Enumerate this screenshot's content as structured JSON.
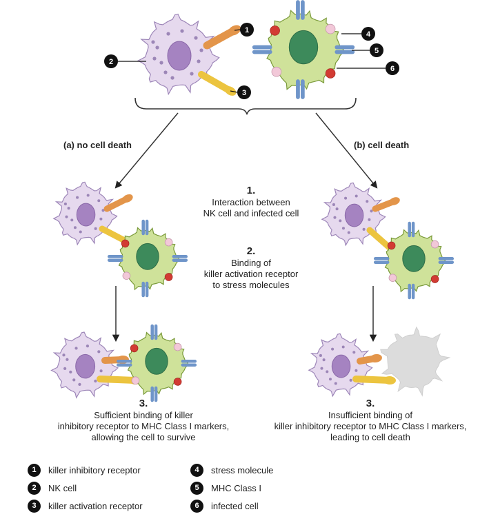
{
  "branches": {
    "left": "(a) no cell death",
    "right": "(b) cell death"
  },
  "steps": {
    "step1": {
      "num": "1.",
      "line1": "Interaction between",
      "line2": "NK cell and infected cell"
    },
    "step2": {
      "num": "2.",
      "line1": "Binding of",
      "line2": "killer activation receptor",
      "line3": "to stress molecules"
    },
    "step3_left": {
      "num": "3.",
      "line1": "Sufficient binding of killer",
      "line2": "inhibitory receptor to MHC Class I markers,",
      "line3": "allowing the cell to survive"
    },
    "step3_right": {
      "num": "3.",
      "line1": "Insufficient binding of",
      "line2": "killer inhibitory receptor to MHC Class I markers,",
      "line3": "leading to cell death"
    }
  },
  "legend": [
    {
      "num": "1",
      "label": "killer inhibitory receptor"
    },
    {
      "num": "2",
      "label": "NK cell"
    },
    {
      "num": "3",
      "label": "killer activation receptor"
    },
    {
      "num": "4",
      "label": "stress molecule"
    },
    {
      "num": "5",
      "label": "MHC Class I"
    },
    {
      "num": "6",
      "label": "infected cell"
    }
  ],
  "callouts": [
    "1",
    "2",
    "3",
    "4",
    "5",
    "6"
  ],
  "colors": {
    "nk_fill": "#e6d9ee",
    "nk_stroke": "#9d86b8",
    "nk_nucleus": "#a583c1",
    "infected_fill": "#cfe29a",
    "infected_stroke": "#7a9a3a",
    "infected_nucleus": "#3d8a5b",
    "inhibitory_receptor": "#e3954a",
    "activation_receptor": "#ecc43f",
    "mhc": "#6f95c9",
    "stress_red": "#d23b33",
    "stress_pink": "#f2c8d8",
    "dead_cell": "#dcdcdc"
  }
}
